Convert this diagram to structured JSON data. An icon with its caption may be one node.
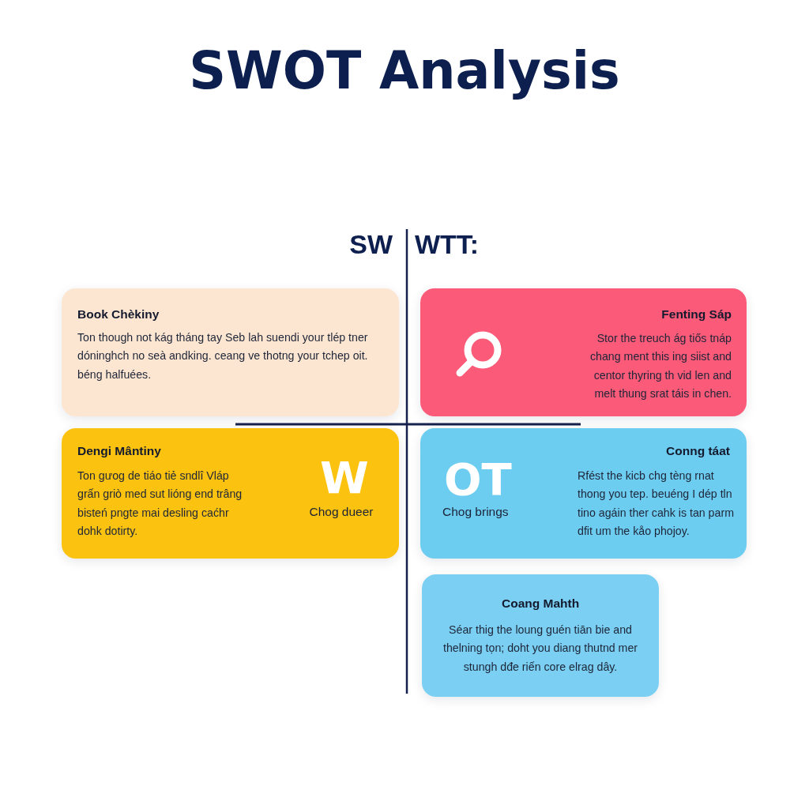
{
  "diagram": {
    "title": "SWOT Analysis",
    "nodes": [
      {
        "text": [
          "Book Chèkiny",
          "Ton though not kág tháng tay Seb lah suendi your tlép tner dóninghch no seà andking. ceang ve thotng your tchep oit. béng halfuées."
        ]
      },
      {
        "text": [
          "Fenting Sáp",
          "Stor the treuch ág tiős tnáp chang ment this ing siist and centor thyring th vid len and melt thung srat táis in chen."
        ]
      },
      {
        "text": [
          "Dengi Mântiny",
          "Ton gưog de tiáo tiẻ sndlî Vláp grấn griò med sut lióng end trâng bisteń pngte mai desling caćhr dohk dotirty.",
          "W",
          "Chog dueer"
        ]
      },
      {
        "text": [
          "Conng táat",
          "Rfést the kicb chg tèng rnat thong you tep. beuéng I dép tln tino agáin ther cahk is tan parm dfit um the kåo phojoy.",
          "OT",
          "Chog brings"
        ]
      },
      {
        "text": [
          "Coang Mahth",
          "Séar thig the loung guén tiān bie and thelning tọn; doht you diang thutnd mer stungh dđe riến core elrag dây."
        ]
      }
    ],
    "labels": [
      "SW",
      "WTT:"
    ]
  }
}
